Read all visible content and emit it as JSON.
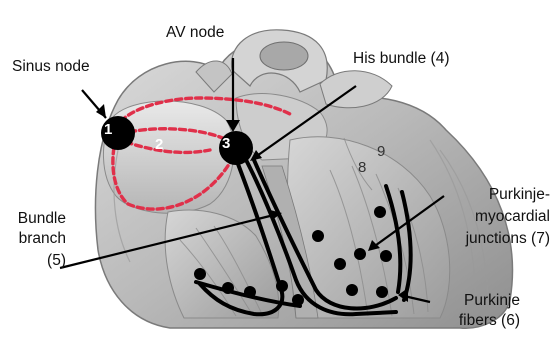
{
  "labels": {
    "sinus_node": "Sinus node",
    "av_node": "AV node",
    "his_bundle": "His bundle (4)",
    "bundle_branch_line1": "Bundle",
    "bundle_branch_line2": "branch",
    "bundle_branch_line3": "(5)",
    "purkinje_junctions_line1": "Purkinje-",
    "purkinje_junctions_line2": "myocardial",
    "purkinje_junctions_line3": "junctions (7)",
    "purkinje_fibers_line1": "Purkinje",
    "purkinje_fibers_line2": "fibers (6)"
  },
  "markers": {
    "sinus": "1",
    "atrium": "2",
    "av": "3",
    "ventricle_a": "8",
    "ventricle_b": "9"
  },
  "colors": {
    "conduction_path": "#e0304a",
    "node_fill": "#000000",
    "heart_tissue": "#c9c9c9"
  }
}
